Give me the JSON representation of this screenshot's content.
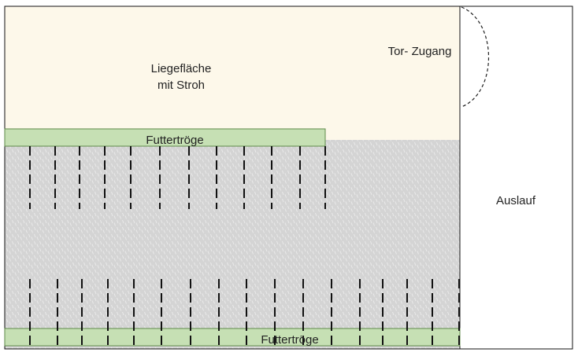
{
  "diagram": {
    "areas": {
      "bedding": {
        "label_line1": "Liegefläche",
        "label_line2": "mit Stroh",
        "color": "#fdf8ea"
      },
      "gate": {
        "label": "Tor- Zugang"
      },
      "outdoor": {
        "label": "Auslauf",
        "color": "#ffffff"
      },
      "slatted_floor": {
        "color": "#d4d4d4",
        "stripe_color": "#ebebeb"
      }
    },
    "troughs": {
      "top": {
        "label": "Futtertröge"
      },
      "bottom": {
        "label": "Futtertröge"
      },
      "color": "#c6e0b4",
      "border_color": "#5f8a4a"
    },
    "dividers": {
      "color": "#111111"
    },
    "outline_color": "#111111"
  }
}
